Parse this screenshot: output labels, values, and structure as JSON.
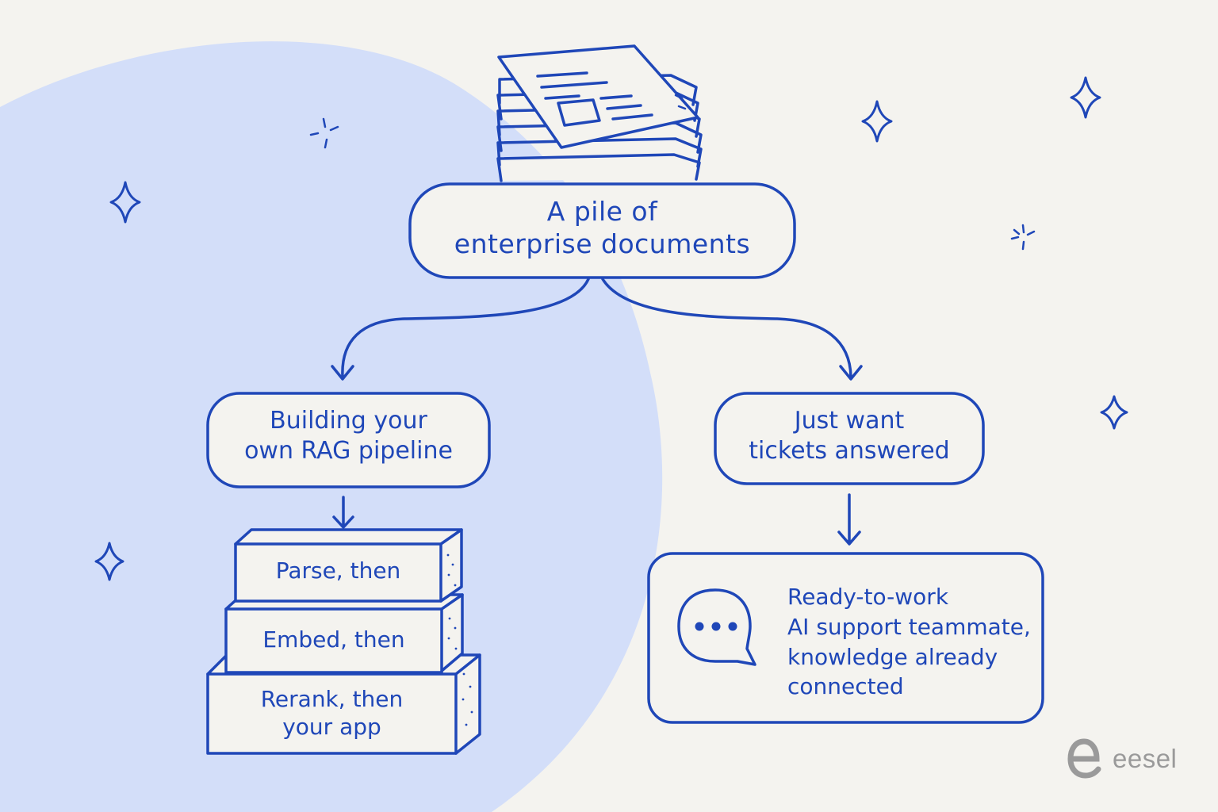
{
  "diagram": {
    "root": {
      "line1": "A  pile  of",
      "line2": "enterprise  documents"
    },
    "left_branch": {
      "line1": "Building  your",
      "line2": "own  RAG  pipeline",
      "steps": {
        "step1": "Parse,  then",
        "step2": "Embed,  then",
        "step3_line1": "Rerank,  then",
        "step3_line2": "your  app"
      }
    },
    "right_branch": {
      "line1": "Just  want",
      "line2": "tickets  answered",
      "result": {
        "line1": "Ready-to-work",
        "line2": "AI  support  teammate,",
        "line3": "knowledge  already",
        "line4": "connected"
      }
    }
  },
  "brand": {
    "name": "eesel"
  },
  "colors": {
    "ink": "#1f47b8",
    "blob": "#d3def9",
    "background": "#f4f3ef",
    "brand_gray": "#9a9a9a"
  },
  "icons": [
    "document-stack-icon",
    "chat-bubble-icon",
    "sparkle-icon",
    "eesel-logo-icon"
  ]
}
